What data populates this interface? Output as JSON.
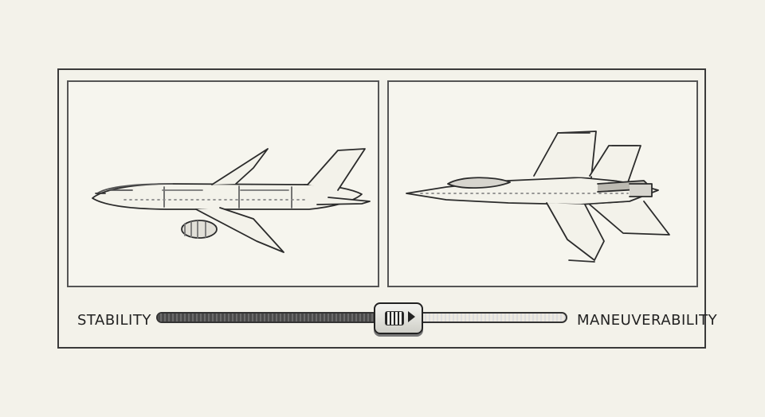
{
  "slider": {
    "left_label": "STABILITY",
    "right_label": "MANEUVERABILITY",
    "value": 0.59
  },
  "panels": {
    "left_icon": "passenger-airliner-icon",
    "right_icon": "fighter-jet-icon"
  }
}
